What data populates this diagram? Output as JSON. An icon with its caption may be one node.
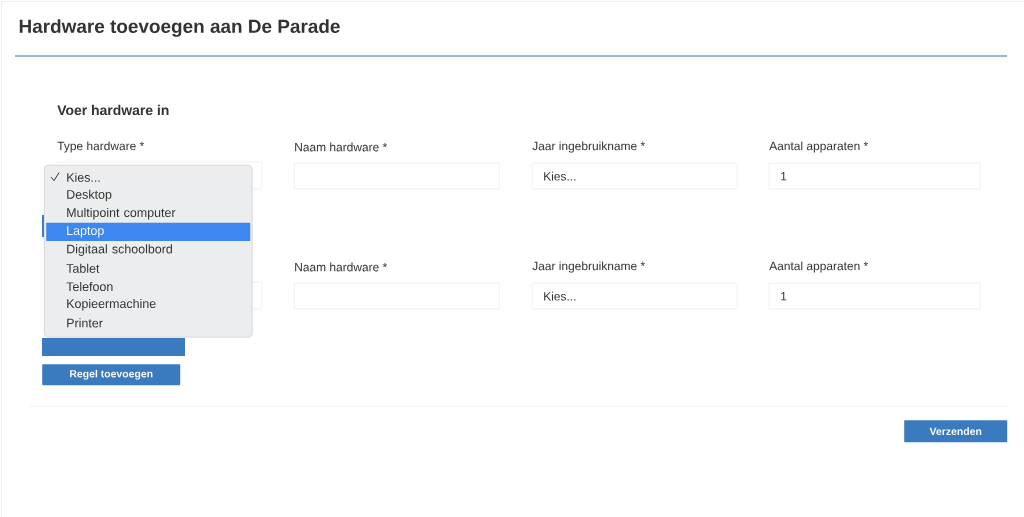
{
  "diagram": {
    "title": "Hardware toevoegen aan De Parade",
    "nodes": [
      {
        "text": [],
        "shape": "box",
        "beside": [
          "Naam hardware *"
        ]
      },
      {
        "text": [
          "Kies..."
        ],
        "beside": [
          "Jaar ingebruikname *"
        ]
      },
      {
        "text": [
          "1"
        ],
        "beside": [
          "Aantal apparaten *"
        ]
      },
      {
        "text": [],
        "shape": "box",
        "beside": [
          "Naam hardware *"
        ]
      },
      {
        "text": [
          "Kies..."
        ],
        "beside": [
          "Jaar ingebruikname *"
        ]
      },
      {
        "text": [
          "1"
        ],
        "beside": [
          "Aantal apparaten *"
        ]
      },
      {
        "text": [
          "Regel toevoegen"
        ]
      },
      {
        "text": [
          "Verzenden"
        ]
      },
      {
        "text": [],
        "shape": "box"
      },
      {
        "text": [
          "Kies..."
        ],
        "in": 8
      },
      {
        "text": [
          "Desktop"
        ],
        "in": 8
      },
      {
        "text": [
          "Multipoint computer"
        ],
        "in": 8
      },
      {
        "text": [
          "Laptop"
        ],
        "in": 8
      },
      {
        "text": [
          "Digitaal schoolbord"
        ],
        "in": 8
      },
      {
        "text": [
          "Tablet"
        ],
        "in": 8
      },
      {
        "text": [
          "Telefoon"
        ],
        "in": 8
      },
      {
        "text": [
          "Kopieermachine"
        ],
        "in": 8
      },
      {
        "text": [
          "Printer"
        ],
        "in": 8
      }
    ],
    "edges": [],
    "labels": [
      "Voer hardware in",
      "Type hardware *"
    ]
  }
}
